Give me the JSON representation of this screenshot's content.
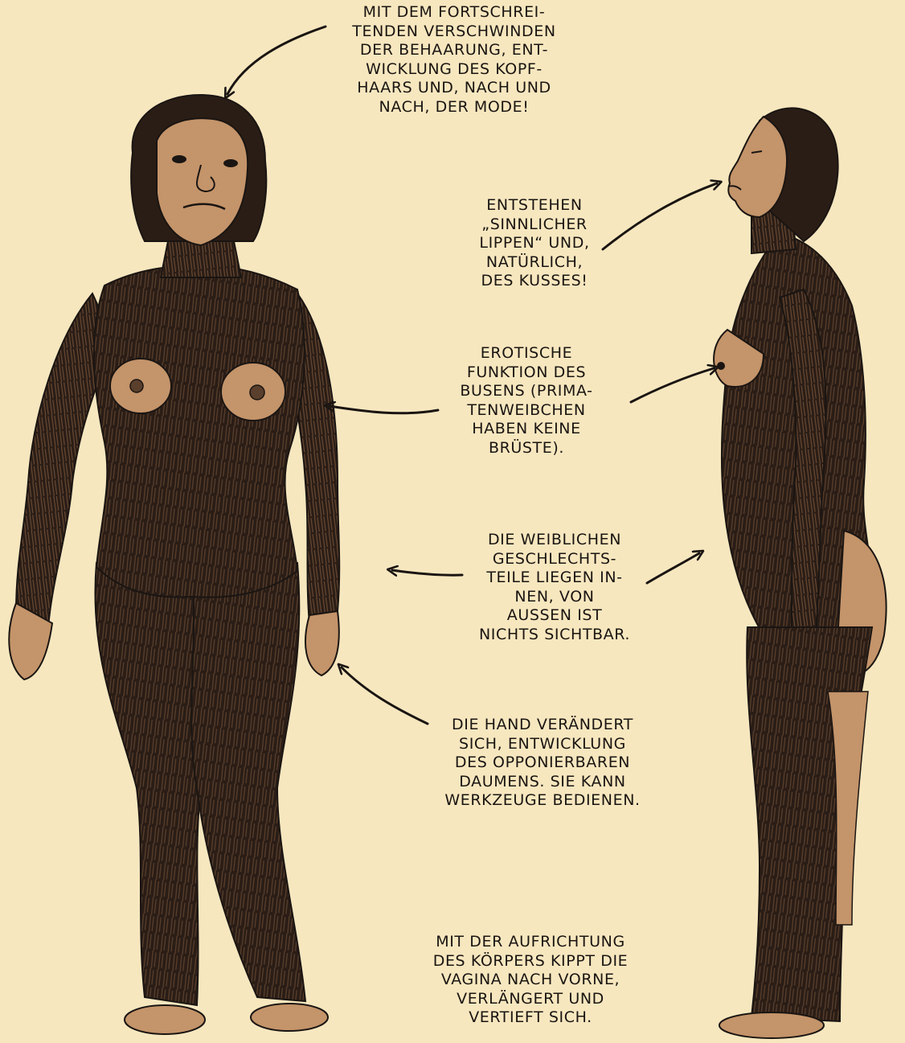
{
  "panel": {
    "colors": {
      "background": "#f7e7bf",
      "skin": "#c4946a",
      "hair": "#2a1d16",
      "ink": "#1a1512"
    },
    "captions": [
      {
        "id": "hair",
        "text": "MIT DEM FORTSCHREI-\nTENDEN VERSCHWINDEN\nDER BEHAARUNG, ENT-\nWICKLUNG DES KOPF-\nHAARS UND, NACH UND\nNACH, DER MODE!"
      },
      {
        "id": "lips",
        "text": "ENTSTEHEN\n„SINNLICHER\nLIPPEN“ UND,\nNATÜRLICH,\nDES KUSSES!"
      },
      {
        "id": "breasts",
        "text": "EROTISCHE\nFUNKTION DES\nBUSENS (PRIMA-\nTENWEIBCHEN\nHABEN KEINE\nBRÜSTE)."
      },
      {
        "id": "genitals",
        "text": "DIE WEIBLICHEN\nGESCHLECHTS-\nTEILE LIEGEN IN-\nNEN, VON\nAUSSEN IST\nNICHTS SICHTBAR."
      },
      {
        "id": "hand",
        "text": "DIE HAND VERÄNDERT\nSICH, ENTWICKLUNG\nDES OPPONIERBAREN\nDAUMENS. SIE KANN\nWERKZEUGE BEDIENEN."
      },
      {
        "id": "vagina",
        "text": "MIT DER AUFRICHTUNG\nDES KÖRPERS KIPPT DIE\nVAGINA NACH VORNE,\nVERLÄNGERT UND\nVERTIEFT SICH."
      }
    ],
    "figures": [
      {
        "name": "front-view"
      },
      {
        "name": "side-view"
      }
    ]
  }
}
